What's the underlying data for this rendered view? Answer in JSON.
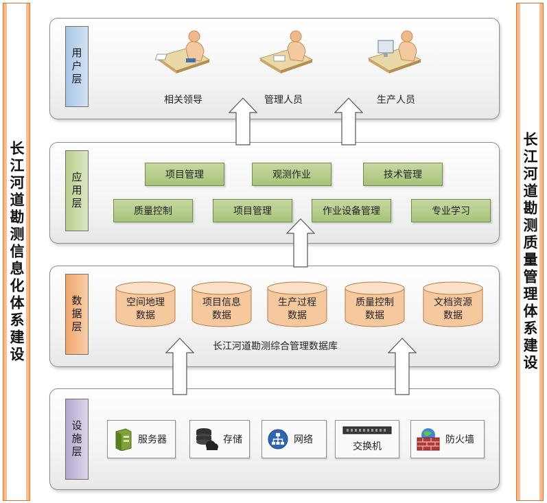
{
  "left_banner": "长江河道勘测信息化体系建设",
  "right_banner": "长江河道勘测质量管理体系建设",
  "user_layer": {
    "label": "用户层",
    "people": [
      "相关领导",
      "管理人员",
      "生产人员"
    ]
  },
  "app_layer": {
    "label": "应用层",
    "row1": [
      "项目管理",
      "观测作业",
      "技术管理"
    ],
    "row2": [
      "质量控制",
      "项目管理",
      "作业设备管理",
      "专业学习"
    ]
  },
  "data_layer": {
    "label": "数据层",
    "databases": [
      {
        "line1": "空间地理",
        "line2": "数据"
      },
      {
        "line1": "项目信息",
        "line2": "数据"
      },
      {
        "line1": "生产过程",
        "line2": "数据"
      },
      {
        "line1": "质量控制",
        "line2": "数据"
      },
      {
        "line1": "文档资源",
        "line2": "数据"
      }
    ],
    "caption": "长江河道勘测综合管理数据库"
  },
  "infra_layer": {
    "label": "设施层",
    "items": [
      {
        "label": "服务器",
        "icon": "server-icon"
      },
      {
        "label": "存储",
        "icon": "storage-icon"
      },
      {
        "label": "网络",
        "icon": "network-icon"
      },
      {
        "label": "交换机",
        "icon": "switch-icon"
      },
      {
        "label": "防火墙",
        "icon": "firewall-icon"
      }
    ]
  },
  "colors": {
    "banner": "#f6b57a",
    "user_label": "#a8c4e6",
    "app_label": "#b9cf8e",
    "data_label": "#f1a56a",
    "infra_label": "#b5a7cf",
    "app_box": "#b7cd8c",
    "db_fill": "#f6c89e"
  }
}
